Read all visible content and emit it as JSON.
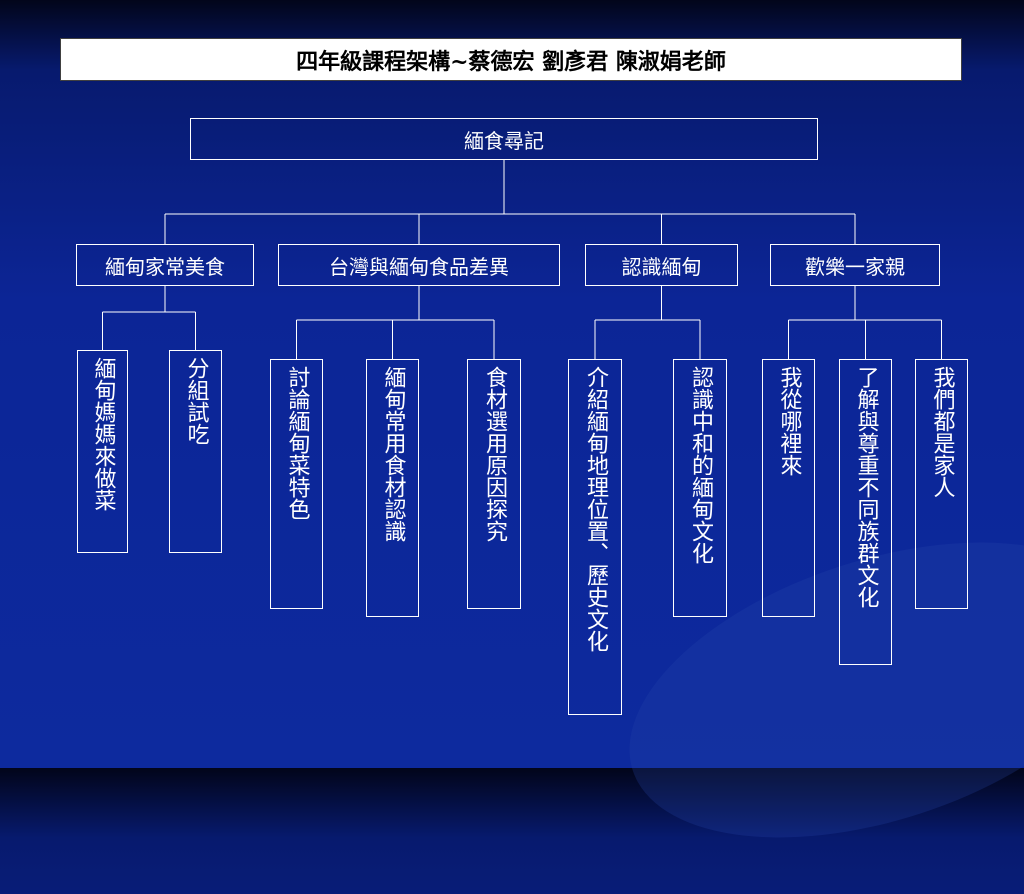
{
  "title": "四年級課程架構~蔡德宏  劉彥君  陳淑娟老師",
  "root": {
    "label": "緬食尋記"
  },
  "branches": [
    {
      "label": "緬甸家常美食",
      "children": [
        "緬甸媽媽來做菜",
        "分組試吃"
      ]
    },
    {
      "label": "台灣與緬甸食品差異",
      "children": [
        "討論緬甸菜特色",
        "緬甸常用食材認識",
        "食材選用原因探究"
      ]
    },
    {
      "label": "認識緬甸",
      "children": [
        "介紹緬甸地理位置、歷史文化",
        "認識中和的緬甸文化"
      ]
    },
    {
      "label": "歡樂一家親",
      "children": [
        "我從哪裡來",
        "了解與尊重不同族群文化",
        "我們都是家人"
      ]
    }
  ],
  "colors": {
    "line": "#ffffff",
    "title_bg": "#ffffff",
    "title_text": "#000000",
    "background": "#0d2a9e"
  }
}
